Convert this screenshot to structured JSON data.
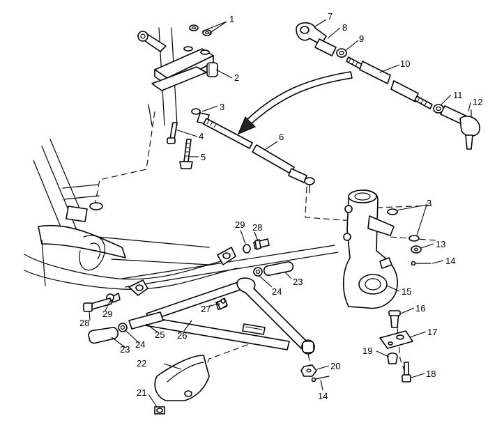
{
  "callouts": [
    {
      "id": "c1",
      "text": "1"
    },
    {
      "id": "c2",
      "text": "2"
    },
    {
      "id": "c3a",
      "text": "3"
    },
    {
      "id": "c3b",
      "text": "3"
    },
    {
      "id": "c4",
      "text": "4"
    },
    {
      "id": "c5",
      "text": "5"
    },
    {
      "id": "c6",
      "text": "6"
    },
    {
      "id": "c7",
      "text": "7"
    },
    {
      "id": "c8",
      "text": "8"
    },
    {
      "id": "c9",
      "text": "9"
    },
    {
      "id": "c10",
      "text": "10"
    },
    {
      "id": "c11",
      "text": "11"
    },
    {
      "id": "c12",
      "text": "12"
    },
    {
      "id": "c13",
      "text": "13"
    },
    {
      "id": "c14a",
      "text": "14"
    },
    {
      "id": "c14b",
      "text": "14"
    },
    {
      "id": "c15",
      "text": "15"
    },
    {
      "id": "c16",
      "text": "16"
    },
    {
      "id": "c17",
      "text": "17"
    },
    {
      "id": "c18",
      "text": "18"
    },
    {
      "id": "c19",
      "text": "19"
    },
    {
      "id": "c20",
      "text": "20"
    },
    {
      "id": "c21",
      "text": "21"
    },
    {
      "id": "c22",
      "text": "22"
    },
    {
      "id": "c23a",
      "text": "23"
    },
    {
      "id": "c23b",
      "text": "23"
    },
    {
      "id": "c24a",
      "text": "24"
    },
    {
      "id": "c24b",
      "text": "24"
    },
    {
      "id": "c25",
      "text": "25"
    },
    {
      "id": "c26",
      "text": "26"
    },
    {
      "id": "c27",
      "text": "27"
    },
    {
      "id": "c28a",
      "text": "28"
    },
    {
      "id": "c28b",
      "text": "28"
    },
    {
      "id": "c29a",
      "text": "29"
    },
    {
      "id": "c29b",
      "text": "29"
    }
  ],
  "colors": {
    "line": "#000000",
    "background": "#ffffff"
  }
}
